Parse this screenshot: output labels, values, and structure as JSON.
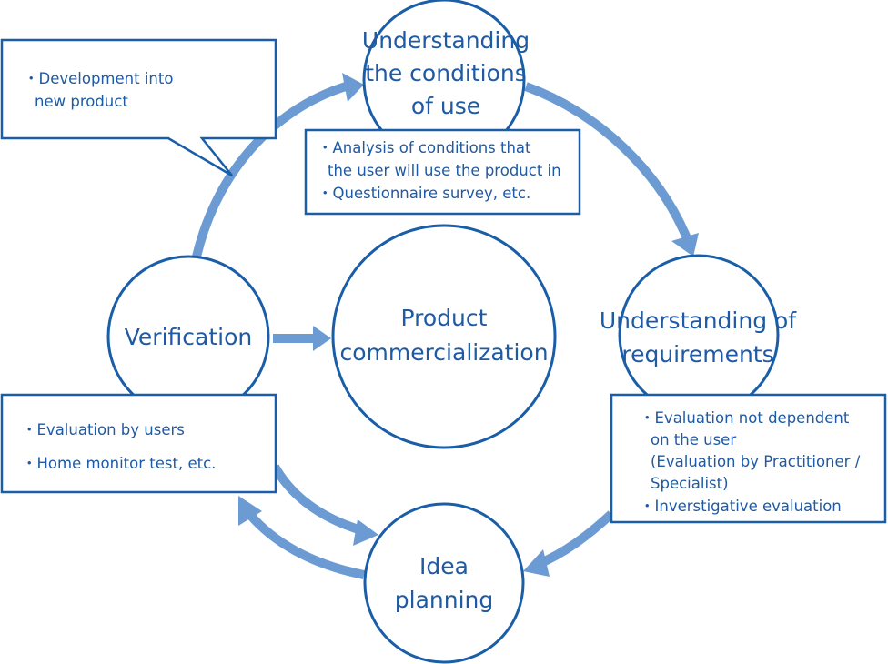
{
  "nodes": {
    "conditions": {
      "line1": "Understanding",
      "line2": "the conditions",
      "line3": "of use"
    },
    "requirements": {
      "line1": "Understanding of",
      "line2": "requirements"
    },
    "idea": {
      "line1": "Idea",
      "line2": "planning"
    },
    "verification": {
      "line1": "Verification"
    },
    "product": {
      "line1": "Product",
      "line2": "commercialization"
    }
  },
  "notes": {
    "development": {
      "line1": "・Development into",
      "line2": "new product"
    },
    "conditions": {
      "line1": "・Analysis of conditions that",
      "line2": "the user will use the product in",
      "line3": "・Questionnaire survey, etc."
    },
    "requirements": {
      "line1": "・Evaluation not dependent",
      "line2": "on the user",
      "line3": "(Evaluation by Practitioner /",
      "line4": "Specialist)",
      "line5": "・Inverstigative evaluation"
    },
    "verification": {
      "line1": "・Evaluation by users",
      "line2": "・Home monitor test, etc."
    }
  },
  "colors": {
    "outline": "#1a5ea8",
    "text": "#1f5aa3",
    "arrow": "#6b9bd2"
  }
}
